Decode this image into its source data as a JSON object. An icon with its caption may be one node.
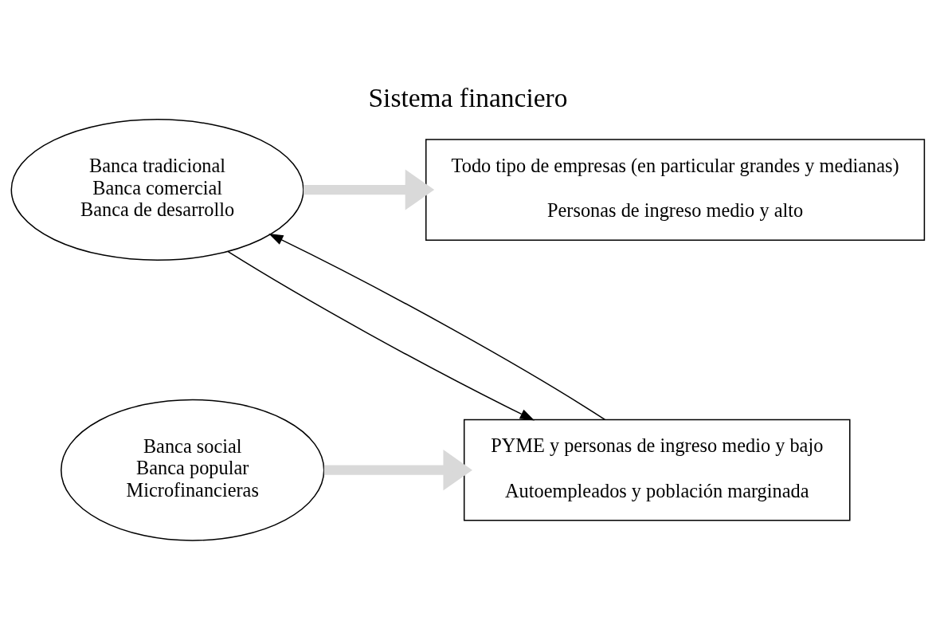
{
  "diagram": {
    "title": "Sistema financiero",
    "nodes": [
      {
        "text": [
          "Banca tradicional",
          "Banca comercial",
          "Banca de desarrollo"
        ]
      },
      {
        "text": [
          "Todo tipo de empresas (en particular grandes y medianas)",
          "Personas de ingreso medio y alto"
        ]
      },
      {
        "text": [
          "Banca social",
          "Banca popular",
          "Microfinancieras"
        ]
      },
      {
        "text": [
          "PYME y personas de ingreso medio y bajo",
          "Autoempleados y población marginada"
        ]
      }
    ],
    "edges": [
      {
        "from": 0,
        "to": 1,
        "arrow": "to",
        "style": "thick",
        "color": "#d9d9d9"
      },
      {
        "from": 3,
        "to": 0,
        "arrow": "to",
        "color": "#000000"
      },
      {
        "from": 0,
        "to": 3,
        "arrow": "to",
        "color": "#000000"
      },
      {
        "from": 2,
        "to": 3,
        "arrow": "to",
        "style": "thick",
        "color": "#d9d9d9"
      }
    ]
  }
}
